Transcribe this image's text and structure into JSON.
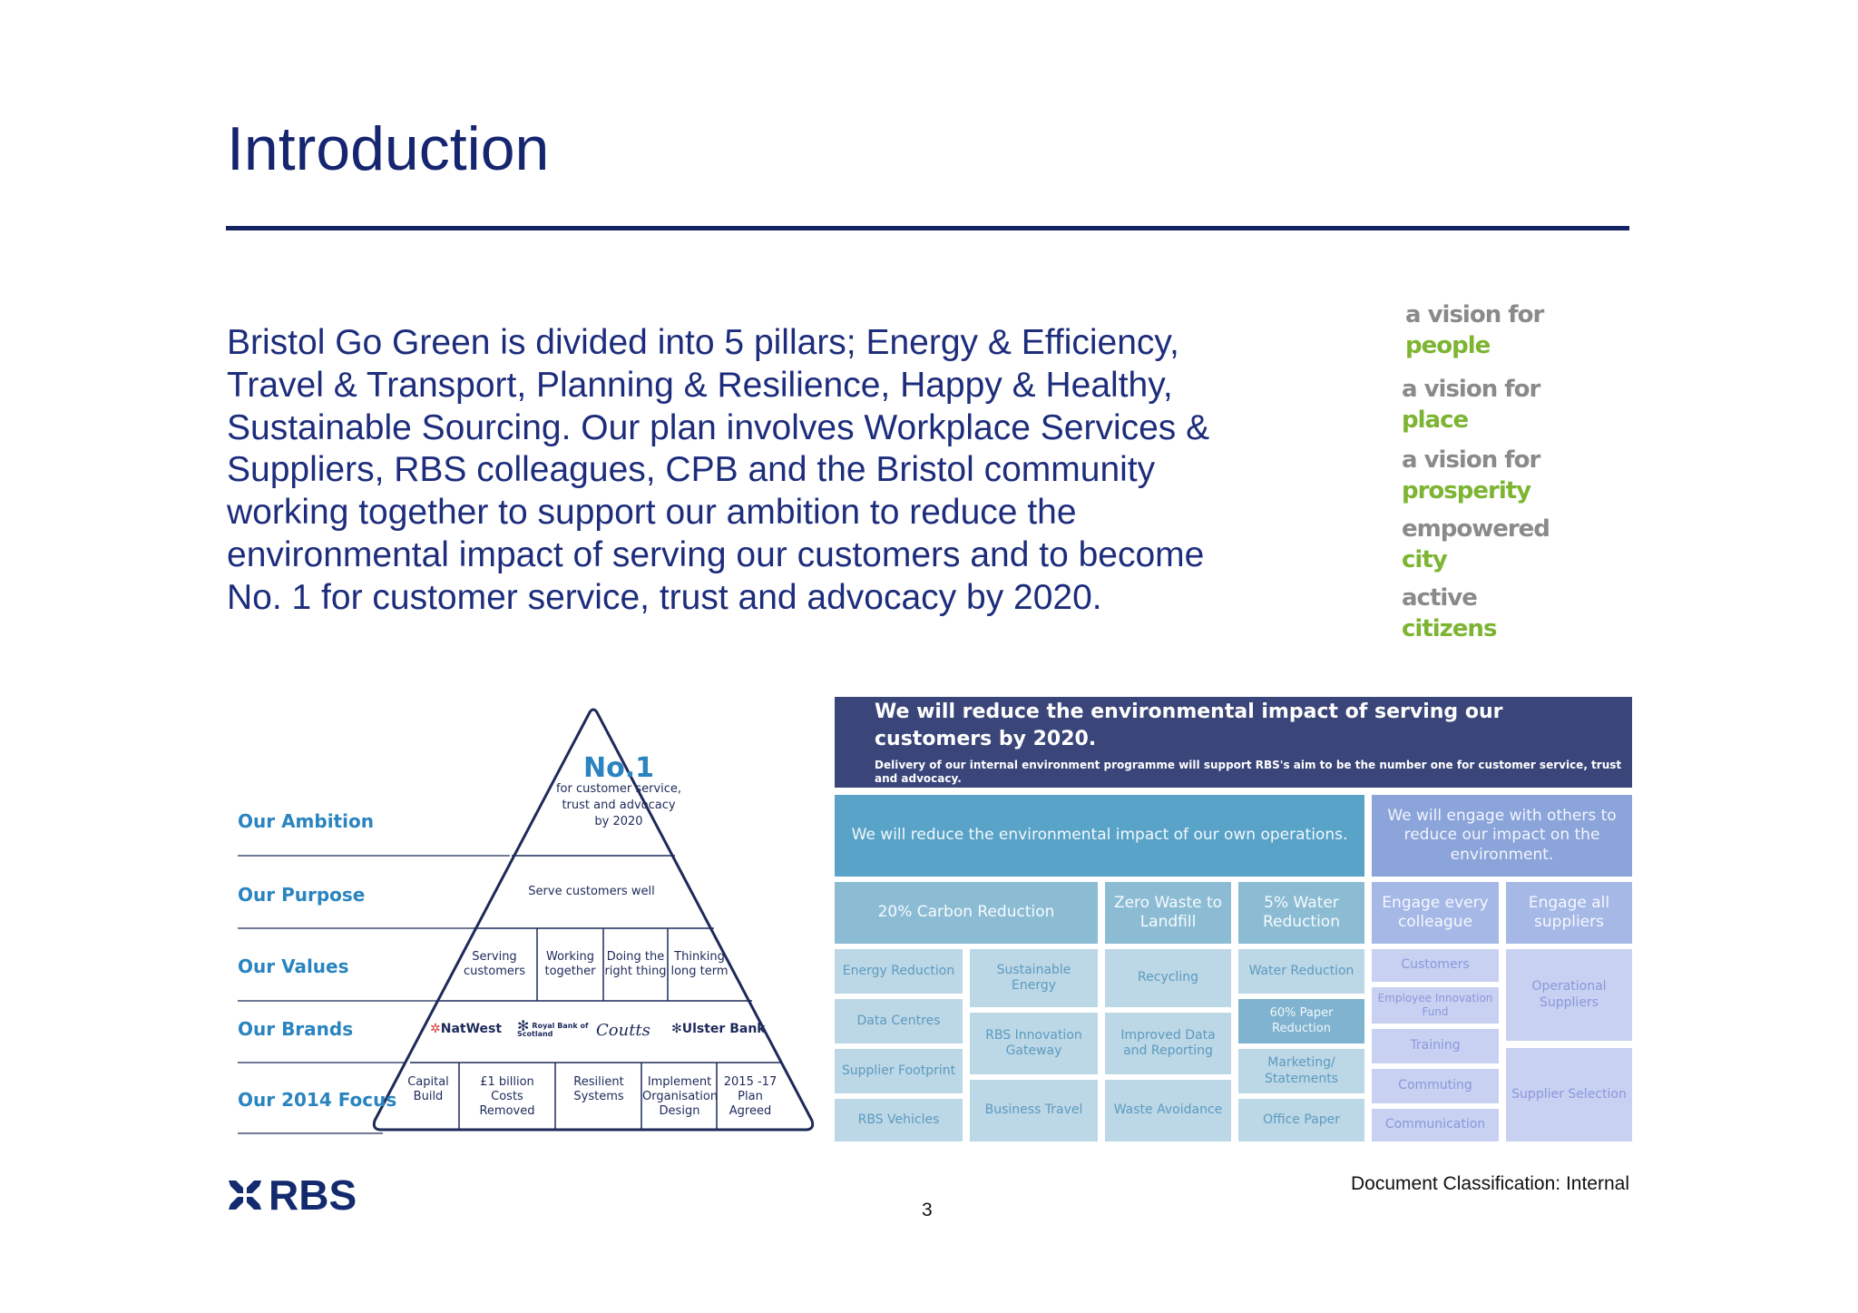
{
  "title": "Introduction",
  "intro_text": "Bristol Go Green is divided into 5 pillars; Energy & Efficiency, Travel & Transport, Planning & Resilience, Happy & Healthy, Sustainable Sourcing. Our plan involves Workplace Services & Suppliers, RBS colleagues, CPB and the Bristol community working together to support our ambition to reduce the environmental impact of serving our customers and to become No. 1 for customer service, trust and advocacy by 2020.",
  "vision": [
    {
      "top": "a vision for",
      "bottom": "people"
    },
    {
      "top": "a vision for",
      "bottom": "place"
    },
    {
      "top": "a vision for",
      "bottom": "prosperity"
    },
    {
      "top": "empowered",
      "bottom": "city"
    },
    {
      "top": "active",
      "bottom": "citizens"
    }
  ],
  "pyramid": {
    "rows": [
      "Our Ambition",
      "Our Purpose",
      "Our  Values",
      "Our Brands",
      "Our 2014 Focus"
    ],
    "no1": "No.1",
    "no1_sub": "for customer service, trust and advocacy by 2020",
    "purpose": "Serve customers well",
    "values": [
      "Serving customers",
      "Working together",
      "Doing the right thing",
      "Thinking long term"
    ],
    "brands": [
      "NatWest",
      "Royal Bank of Scotland",
      "Coutts",
      "Ulster Bank"
    ],
    "focus": [
      "Capital Build",
      "£1 billion Costs Removed",
      "Resilient Systems",
      "Implement Organisation Design",
      "2015 -17 Plan Agreed"
    ]
  },
  "grid": {
    "header_title": "We will reduce the environmental impact of serving our customers by 2020.",
    "header_sub": "Delivery of our internal environment programme will support RBS's aim to be the number one for customer service, trust and advocacy.",
    "left_banner": "We will reduce the environmental impact of our own operations.",
    "right_banner": "We will engage with others to reduce our impact on the environment.",
    "col_heads": [
      "20% Carbon Reduction",
      "Zero Waste to Landfill",
      "5% Water Reduction",
      "Engage every colleague",
      "Engage all suppliers"
    ],
    "carbon_a": [
      "Energy Reduction",
      "Data Centres",
      "Supplier Footprint",
      "RBS Vehicles"
    ],
    "carbon_b": [
      "Sustainable Energy",
      "RBS Innovation Gateway",
      "Business Travel"
    ],
    "waste": [
      "Recycling",
      "Improved Data and Reporting",
      "Waste Avoidance"
    ],
    "water": [
      "Water Reduction",
      "60% Paper Reduction",
      "Marketing/ Statements",
      "Office Paper"
    ],
    "colleague": [
      "Customers",
      "Employee Innovation Fund",
      "Training",
      "Commuting",
      "Communication"
    ],
    "suppliers": [
      "Operational Suppliers",
      "Supplier Selection"
    ]
  },
  "footer": {
    "logo_text": "RBS",
    "classification": "Document Classification: Internal",
    "page_number": "3"
  },
  "colors": {
    "navy": "#15256f",
    "green": "#7db532",
    "rbs_blue": "#2a84c0"
  }
}
